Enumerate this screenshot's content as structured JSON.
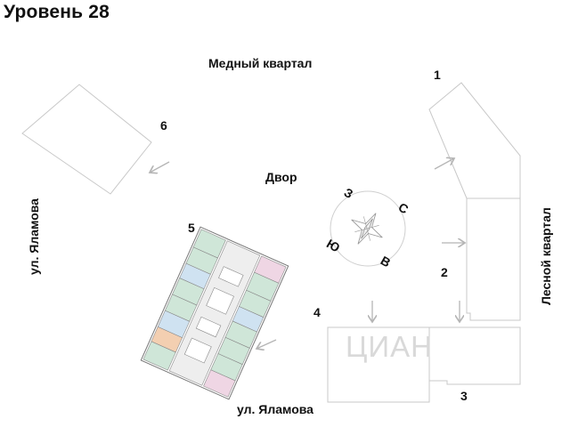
{
  "header": {
    "title": "Уровень 28"
  },
  "labels": {
    "medny_kvartal": "Медный квартал",
    "dvor": "Двор",
    "lesnoy_kvartal": "Лесной квартал",
    "yalamova_left": "ул. Яламова",
    "yalamova_bottom": "ул. Яламова"
  },
  "buildings": [
    {
      "number": "1"
    },
    {
      "number": "2"
    },
    {
      "number": "3"
    },
    {
      "number": "4"
    },
    {
      "number": "5"
    },
    {
      "number": "6"
    }
  ],
  "compass": {
    "north": "С",
    "east": "В",
    "south": "Ю",
    "west": "З"
  },
  "watermark": "ЦИАН",
  "colors": {
    "outline": "#bdbdbd",
    "arrow": "#b5b5b5",
    "unit_green": "#cfe6d8",
    "unit_blue": "#cfe2f1",
    "unit_pink": "#efd6e4",
    "unit_orange": "#f3cfb1",
    "corridor": "#eeeeee"
  }
}
